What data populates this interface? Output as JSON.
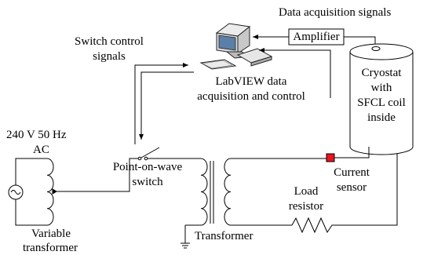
{
  "labels": {
    "data_acq_signals": "Data acquisition signals",
    "amplifier": "Amplifier",
    "switch_control_1": "Switch control",
    "switch_control_2": "signals",
    "labview_1": "LabVIEW data",
    "labview_2": "acquisition and control",
    "cryostat_1": "Cryostat",
    "cryostat_2": "with",
    "cryostat_3": "SFCL coil",
    "cryostat_4": "inside",
    "source_1": "240 V 50 Hz",
    "source_2": "AC",
    "pow_1": "Point-on-wave",
    "pow_2": "switch",
    "current_sensor_1": "Current",
    "current_sensor_2": "sensor",
    "load_1": "Load",
    "load_2": "resistor",
    "variable_1": "Variable",
    "variable_2": "transformer",
    "transformer": "Transformer"
  },
  "colors": {
    "line": "#000000",
    "sensor": "#e8141e",
    "computer_screen": "#5b7fa6"
  }
}
